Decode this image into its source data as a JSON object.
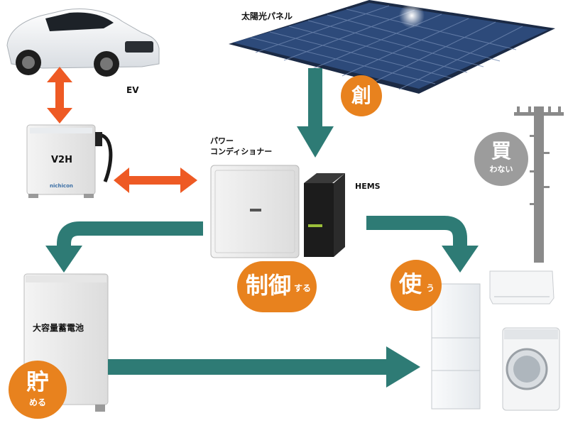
{
  "labels": {
    "solar": "太陽光パネル",
    "ev": "EV",
    "v2h": "V2H",
    "pcs_line1": "パワー",
    "pcs_line2": "コンディショナー",
    "hems": "HEMS",
    "battery": "大容量蓄電池",
    "v2h_brand": "nichicon"
  },
  "badges": {
    "create": {
      "main": "創",
      "sub": ""
    },
    "control": {
      "main": "制御",
      "sub": "する"
    },
    "use": {
      "main": "使",
      "sub": "う"
    },
    "store": {
      "main": "貯",
      "sub": "める"
    },
    "buy": {
      "main": "買",
      "sub": "わない"
    }
  },
  "colors": {
    "flow_arrow": "#2E7B75",
    "exchange_arrow": "#EE5A24",
    "badge_orange": "#E8821E",
    "badge_gray": "#9C9C9C",
    "panel_blue": "#2A3F66",
    "pole_gray": "#888888"
  }
}
